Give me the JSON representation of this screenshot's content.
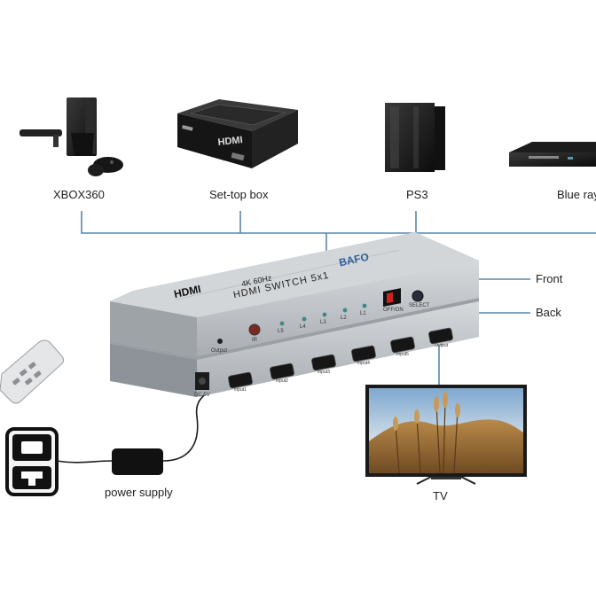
{
  "devices": {
    "xbox": "XBOX360",
    "settop": "Set-top box",
    "ps3": "PS3",
    "bluray": "Blue ray"
  },
  "switch_device": {
    "brand": "BAFO",
    "logo": "HDMI",
    "spec": "4K 60Hz",
    "model": "HDMI  SWITCH  5x1",
    "front_label": "Front",
    "back_label": "Back",
    "front_panel": {
      "output": "Output",
      "ir": "IR",
      "leds": [
        "L5",
        "L4",
        "L3",
        "L2",
        "L1"
      ],
      "power_switch": "OFF/ON",
      "select": "SELECT"
    },
    "back_panel": {
      "dc": "DC 5V",
      "ports": [
        "Input1",
        "Input2",
        "Input3",
        "Input4",
        "Input5",
        "Output"
      ]
    }
  },
  "tv_label": "TV",
  "power_supply_label": "power supply",
  "colors": {
    "connector_line": "#5b86a8",
    "device_silver": "#c9ccd0",
    "device_dark": "#1b1b1b"
  }
}
